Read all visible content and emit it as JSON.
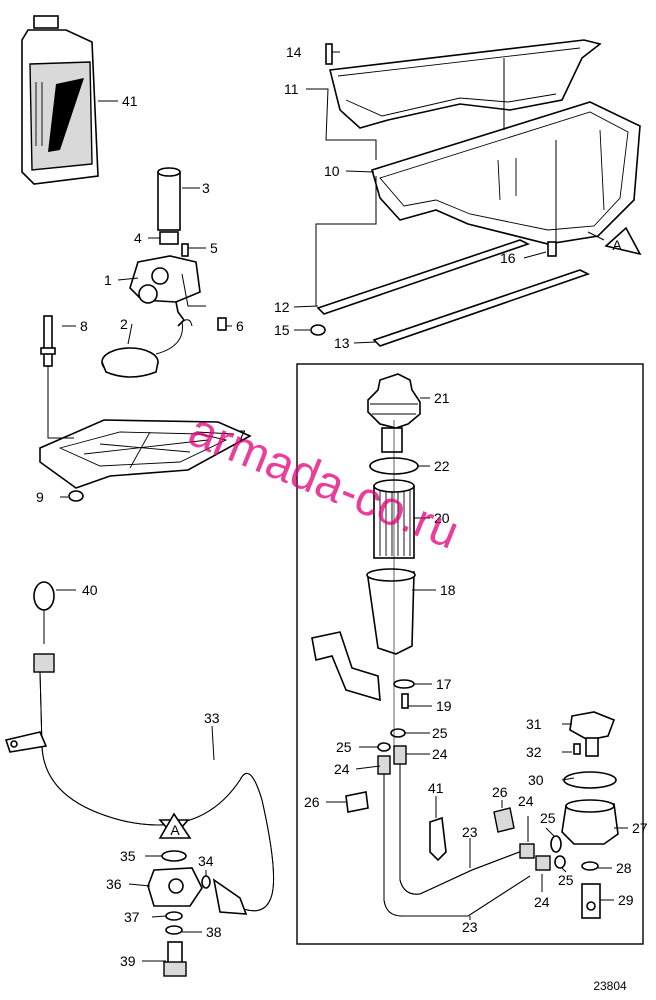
{
  "diagram": {
    "figure_number": "23804",
    "watermark": "armada-co.ru",
    "marker_label": "A",
    "callouts": {
      "c1": "1",
      "c2": "2",
      "c3": "3",
      "c4": "4",
      "c5": "5",
      "c6": "6",
      "c7": "7",
      "c8": "8",
      "c9": "9",
      "c10": "10",
      "c11": "11",
      "c12": "12",
      "c13": "13",
      "c14": "14",
      "c15": "15",
      "c16": "16",
      "c17": "17",
      "c18": "18",
      "c19": "19",
      "c20": "20",
      "c21": "21",
      "c22": "22",
      "c23": "23",
      "c24": "24",
      "c25": "25",
      "c26": "26",
      "c27": "27",
      "c28": "28",
      "c29": "29",
      "c30": "30",
      "c31": "31",
      "c32": "32",
      "c33": "33",
      "c34": "34",
      "c35": "35",
      "c36": "36",
      "c37": "37",
      "c38": "38",
      "c39": "39",
      "c40": "40",
      "c41": "41"
    },
    "colors": {
      "lines": "#000000",
      "watermark": "#e2007a",
      "background": "#ffffff"
    }
  }
}
